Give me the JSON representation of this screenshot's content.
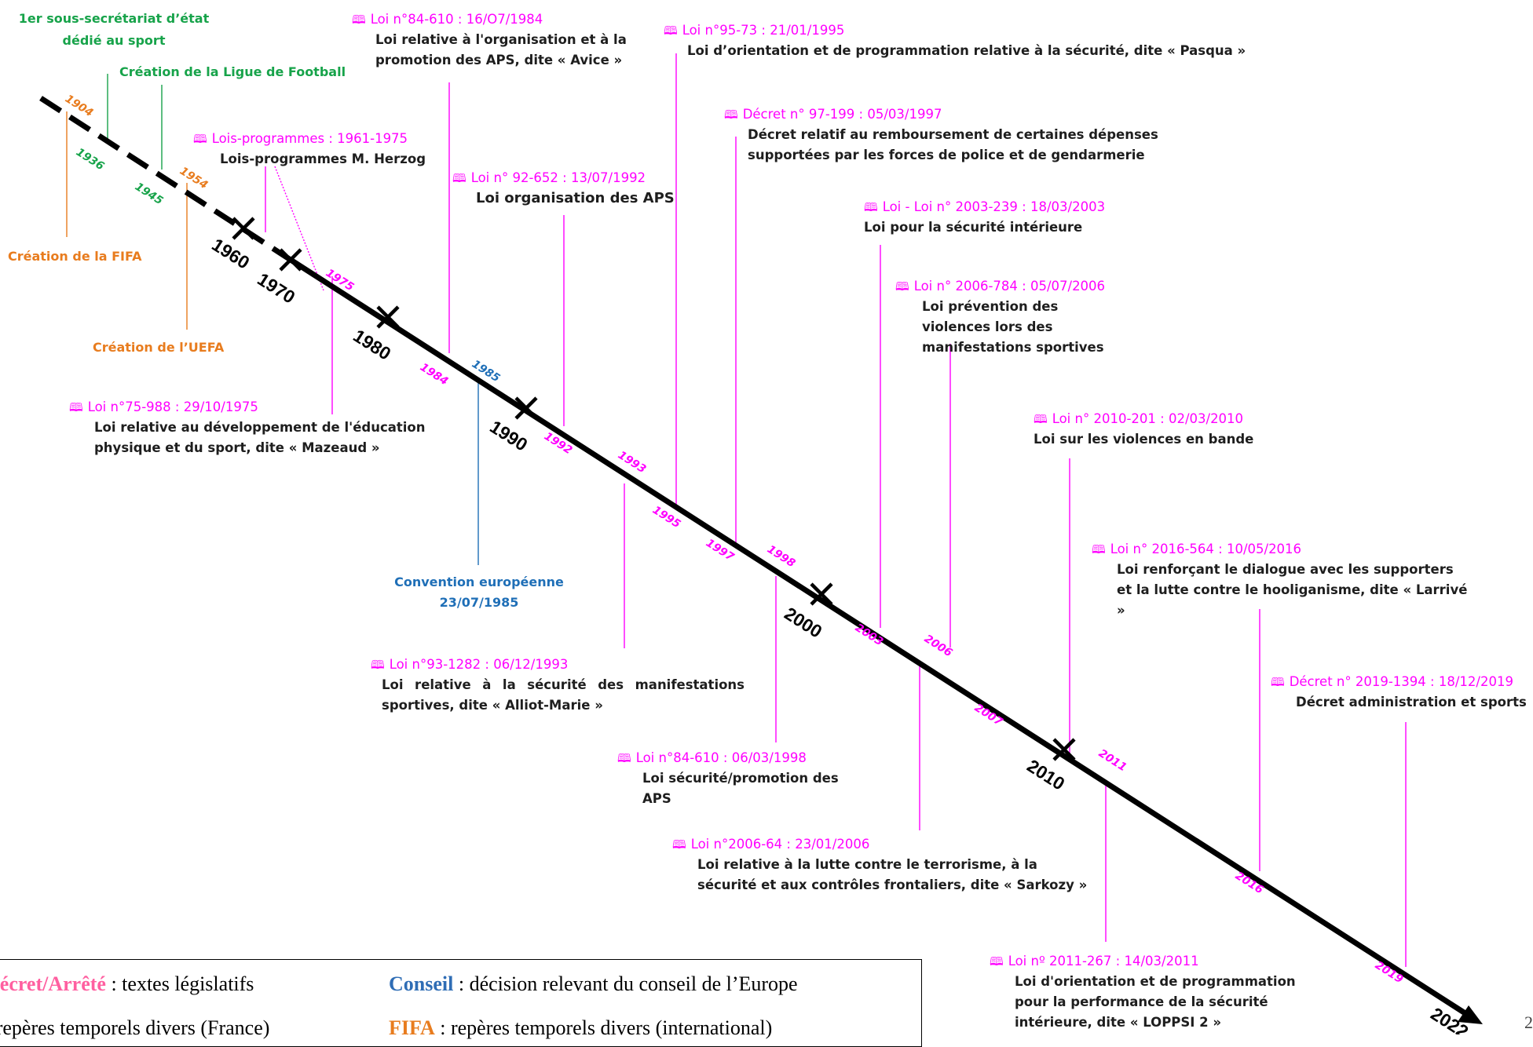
{
  "colors": {
    "law": "#ff00ff",
    "france": "#17a34a",
    "international": "#e87c1e",
    "council": "#1f6fb7",
    "axis": "#000000"
  },
  "top_events": {
    "sous_secretariat": "1er sous-secrétariat d’état dédié au sport",
    "ligue": "Création de la Ligue de Football",
    "fifa": "Création de la FIFA",
    "uefa": "Création de l’UEFA",
    "convention_title": "Convention européenne",
    "convention_date": "23/07/1985"
  },
  "years_axis": [
    "1960",
    "1970",
    "1980",
    "1990",
    "2000",
    "2010",
    "2022"
  ],
  "ticks": {
    "t1904": "1904",
    "t1936": "1936",
    "t1945": "1945",
    "t1954": "1954",
    "t1975": "1975",
    "t1984": "1984",
    "t1985": "1985",
    "t1992": "1992",
    "t1993": "1993",
    "t1995": "1995",
    "t1997": "1997",
    "t1998": "1998",
    "t2003": "2003",
    "t2006": "2006",
    "t2007": "2007",
    "t2011": "2011",
    "t2016": "2016",
    "t2019": "2019"
  },
  "laws": {
    "l1984_610": {
      "ref": "Loi n°84-610 : 16/O7/1984",
      "desc": "Loi relative à l'organisation et à la promotion des APS, dite « Avice »"
    },
    "l95_73": {
      "ref": "Loi n°95-73 : 21/01/1995",
      "desc": "Loi d’orientation et de programmation relative à la sécurité, dite « Pasqua »"
    },
    "d97_199": {
      "ref": "Décret n° 97-199 : 05/03/1997",
      "desc": "Décret relatif au remboursement de certaines dépenses supportées par les forces de police et de gendarmerie"
    },
    "lp": {
      "ref": "Lois-programmes : 1961-1975",
      "desc": "Lois-programmes M. Herzog"
    },
    "l92_652": {
      "ref": "Loi n° 92-652 : 13/07/1992",
      "desc": "Loi organisation des APS"
    },
    "l2003": {
      "ref": "Loi - Loi n° 2003-239 : 18/03/2003",
      "desc": "Loi pour la sécurité intérieure"
    },
    "l2006_784": {
      "ref": "Loi n° 2006-784 : 05/07/2006",
      "desc": "Loi prévention des violences lors des manifestations sportives"
    },
    "l75_988": {
      "ref": "Loi n°75-988 : 29/10/1975",
      "desc": "Loi relative au développement de l'éducation physique et du sport, dite « Mazeaud »"
    },
    "l2010": {
      "ref": "Loi n° 2010-201 : 02/03/2010",
      "desc": "Loi sur les violences en bande"
    },
    "l2016": {
      "ref": "Loi n° 2016-564 : 10/05/2016",
      "desc": "Loi renforçant le dialogue avec les supporters et la lutte contre le hooliganisme, dite « Larrivé »"
    },
    "d2019": {
      "ref": "Décret n° 2019-1394 : 18/12/2019",
      "desc": "Décret administration et sports"
    },
    "l93": {
      "ref": "Loi n°93-1282 : 06/12/1993",
      "desc": "Loi relative à la sécurité des manifestations sportives, dite « Alliot-Marie »"
    },
    "l98": {
      "ref": "Loi n°84-610 : 06/03/1998",
      "desc": "Loi sécurité/promotion des APS"
    },
    "l2006_64": {
      "ref": "Loi n°2006-64 : 23/01/2006",
      "desc": "Loi relative à la lutte contre le terrorisme, à la sécurité et aux contrôles frontaliers, dite « Sarkozy »"
    },
    "l2011": {
      "ref": "Loi nº 2011-267 : 14/03/2011",
      "desc": "Loi d'orientation et de programmation pour la performance de la sécurité intérieure, dite « LOPPSI 2 »"
    }
  },
  "legend": {
    "law_key": "Décret/Arrêté",
    "law_text": " : textes législatifs",
    "council_key": "Conseil",
    "council_text": " : décision relevant du conseil de l’Europe",
    "france_key": "",
    "france_text": " : repères temporels divers (France)",
    "intl_key": "FIFA",
    "intl_text": " : repères temporels divers (international)"
  },
  "page_number": "2"
}
